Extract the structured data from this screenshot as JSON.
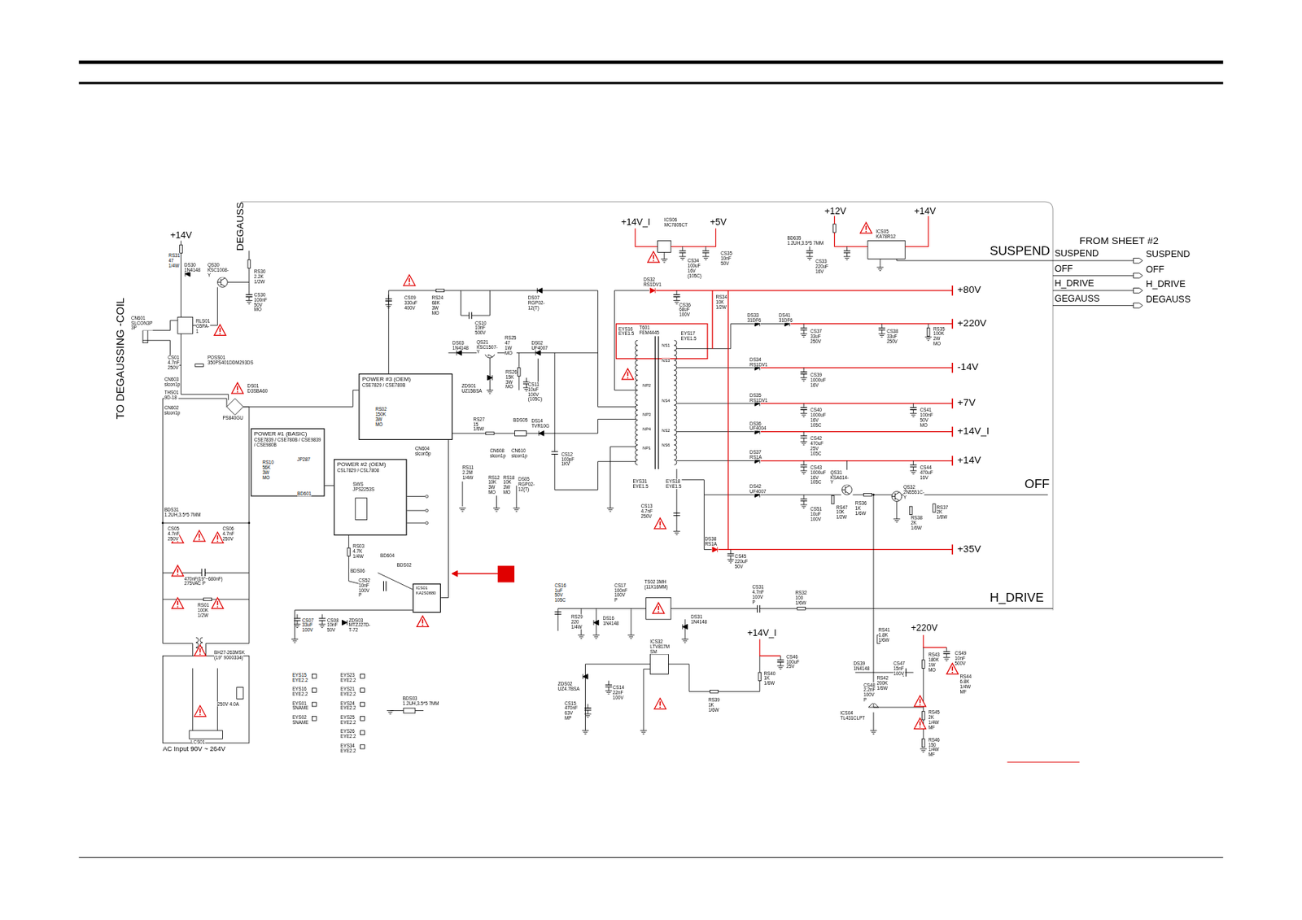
{
  "diagram": {
    "nodes": [
      {
        "text": [
          "POWER #3 (OEM)",
          "CSE7829 / CSE780B"
        ]
      },
      {
        "text": [
          "POWER #1 (BASIC)",
          "CSE7839 / CSE780B / CSE9839 / CSE980B"
        ]
      },
      {
        "text": [
          "POWER #2 (OEM)",
          "CSL7829 / CSL7808"
        ]
      },
      {
        "text": [
          "ICS01",
          "KA2S0880"
        ]
      }
    ],
    "edges": [
      {
        "from": 1,
        "to": 2,
        "arrow": "none"
      },
      {
        "from": 0,
        "to": 3,
        "arrow": "none"
      }
    ],
    "labels": [
      "+14V",
      "DEGAUSS",
      "TO DEGAUSSING -COIL",
      "RS31 47 1/4W",
      "DS30 1N4148",
      "QS30 KSC1008-Y",
      "RS30 2.2K 1/2W",
      "CS30 100nF 50V MO",
      "CN601 SLCON3P 3P",
      "RLS01 G5PA-1",
      "CS01 4.7nF 250V",
      "POSS01 350PS401DDM293DS",
      "CN603 slcon1p",
      "THS01 9D-18",
      "DS01 D3SBA60",
      "PS840GU",
      "CN602 slcon1p",
      "RS10 56K 3W MO",
      "JP287",
      "BD601",
      "BDS31",
      "1.2UH,3.5*5 7MM",
      "CS05 4.7nF 250V",
      "CS06 4.7nF 250V",
      "470nF(19\"~680nF) 275VAC P",
      "RS01 100K 1/2W",
      "BH27-263MSK",
      "(19\" 9000334)",
      "250V 4.0A",
      "LCS01",
      "AC Input 90V ~ 264V",
      "EYS15 EYE2.2",
      "EYS16 EYE2.2",
      "EYS01 SNAME",
      "EYS02 SNAME",
      "EYS23 EYE2.2",
      "EYS21 EYE2.2",
      "EYS24 EYE2.2",
      "EYS25 EYE2.2",
      "EYS26 EYE2.2",
      "EYS34 EYE2.2",
      "BDS03",
      "1.2UH,3.5*5 7MM",
      "RS02 150K 3W MO",
      "CN604 slcon5p",
      "SWS JPS2253S",
      "RS03 4.7K 1/4W",
      "BDS06",
      "BD604",
      "BDS02",
      "CS52 10nF 100V P",
      "CS07 33uF 100V",
      "CS08 10nF 50V",
      "ZDS03 MTZJ27D-T-72",
      "CS09 330uF 400V",
      "RS24 68K 3W MO",
      "CS10 10nF 500V",
      "DS07 RGP02-12(T)",
      "DS03 1N4148",
      "QS21 KSC1507-Y",
      "RS25 47 1W MO",
      "DS02 UF4007",
      "ZDS01 UZ15BSA",
      "RS26 15K 3W MO",
      "CS11 10uF 100V (105C)",
      "RS27 15 1/6W",
      "BDS05",
      "DS14 TVR10G",
      "CS12 100pF 1KV",
      "RS11 2.2M 1/4W",
      "CN608 slcon1p",
      "CN610 slcon1p",
      "RS12 10K 3W MO",
      "RS18 10K 3W MO",
      "DS05 RGP02-12(T)",
      "+14V_I",
      "+5V",
      "ICS06 MC7805CT",
      "CS34 100uF 16V (105C)",
      "CS35 10nF 50V",
      "DS32 RS1DV1",
      "CS36 68uF 100V",
      "RS34 10K 1/2W",
      "T601 FEM4445",
      "EYS16 EYE1.5",
      "EYS17 EYE1.5",
      "NS1",
      "NS3",
      "NP2",
      "NS4",
      "NP3",
      "NP4",
      "NS2",
      "NS6",
      "NP1",
      "EYS31 EYE1.5",
      "EYS18 EYE1.5",
      "CS13 4.7nF 250V",
      "DS38 RS1A",
      "CS45 220uF 50V",
      "DS33 31DF6",
      "DS41 31DF6",
      "CS37 33uF 250V",
      "CS38 33uF 250V",
      "RS35 100K 2W MO",
      "DS34 RS1DV1",
      "CS39 1000uF 16V",
      "DS35 RS1DV1",
      "CS40 1000uF 16V 105C",
      "CS41 100nF 50V MO",
      "DS36 UF4004",
      "CS42 470uF 25V 105C",
      "DS37 RS1A",
      "CS43 1000uF 16V 105C",
      "CS44 470uF 16V",
      "QS31 KSA614-Y",
      "RS36 1K 1/6W",
      "QS32 2N5551C-Y",
      "RS38 2K 1/6W",
      "RS37 2K 1/6W",
      "DS42 UF4007",
      "CS51 10uF 100V",
      "RS47 10K 1/2W",
      "+12V",
      "+14V",
      "BD635",
      "1.2UH,3.5*5 7MM",
      "CS33 220uF 16V",
      "ICS05 KA78R12",
      "+80V",
      "+220V",
      "-14V",
      "+7V",
      "+14V_I",
      "+14V",
      "+35V",
      "SUSPEND",
      "OFF",
      "H_DRIVE",
      "FROM SHEET #2",
      "SUSPEND",
      "OFF",
      "H_DRIVE",
      "GEGAUSS",
      "SUSPEND",
      "OFF",
      "H_DRIVE",
      "DEGAUSS",
      "CS16 1uF 50V 105C",
      "CS17 100nF 100V P",
      "TS02 3MH (11X16MM)",
      "RS29 220 1/4W",
      "DS16 1N4148",
      "DS31 1N4148",
      "CS31 4.7nF 100V P",
      "RS32 100 1/6W",
      "+14V_I",
      "CS46 100uF 25V",
      "RS40 1K 1/6W",
      "RS39 1K 1/6W",
      "ICS32 LTV817M SM",
      "ZDS02 UZ4.7BSA",
      "CS14 22nF 100V",
      "CS15 470nF 63V MP",
      "+220V",
      "RS41 1.8K 1/6W",
      "RS43 180K 1W MO",
      "CS49 10nF 500V",
      "RS44 6.8K 1/4W MF",
      "DS39 1N4148",
      "RS42 200K 1/6W",
      "CS47 15nF 100V",
      "CS48 2.2nF 100V P",
      "ICS04 TL431CLPT",
      "RS45 2K 1/4W MF",
      "RS46 150 1/4W MF"
    ]
  }
}
